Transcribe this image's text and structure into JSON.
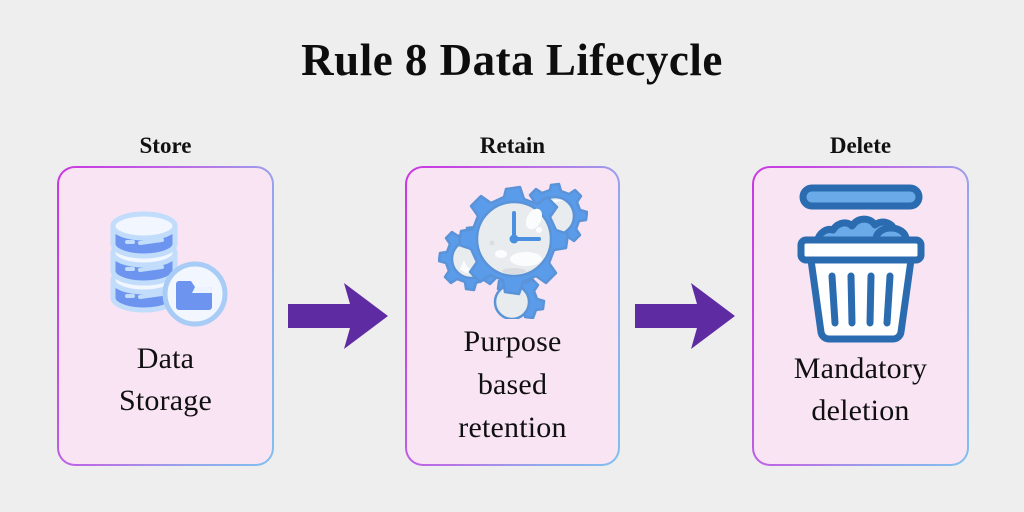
{
  "page": {
    "title": "Rule 8 Data Lifecycle",
    "background_color": "#eeeeee",
    "title_color": "#0d0d0d"
  },
  "theme": {
    "card_fill": "#f9e4f3",
    "card_border_start": "#cc37e0",
    "card_border_end": "#7fc0f0",
    "arrow_color": "#5f2ba3",
    "icon_blue": "#5a9bea",
    "icon_blue_dark": "#2b6cb0",
    "icon_blue_light": "#a8ccf5",
    "icon_face": "#eceef0"
  },
  "steps": [
    {
      "id": "store",
      "label": "Store",
      "icon": "database-storage-icon",
      "text_lines": [
        "Data",
        "Storage"
      ]
    },
    {
      "id": "retain",
      "label": "Retain",
      "icon": "gears-clock-icon",
      "text_lines": [
        "Purpose",
        "based",
        "retention"
      ]
    },
    {
      "id": "delete",
      "label": "Delete",
      "icon": "trash-bin-icon",
      "text_lines": [
        "Mandatory",
        "deletion"
      ]
    }
  ],
  "connectors": [
    {
      "id": "arrow-1",
      "icon": "right-arrow-icon",
      "from": "store",
      "to": "retain"
    },
    {
      "id": "arrow-2",
      "icon": "right-arrow-icon",
      "from": "retain",
      "to": "delete"
    }
  ]
}
